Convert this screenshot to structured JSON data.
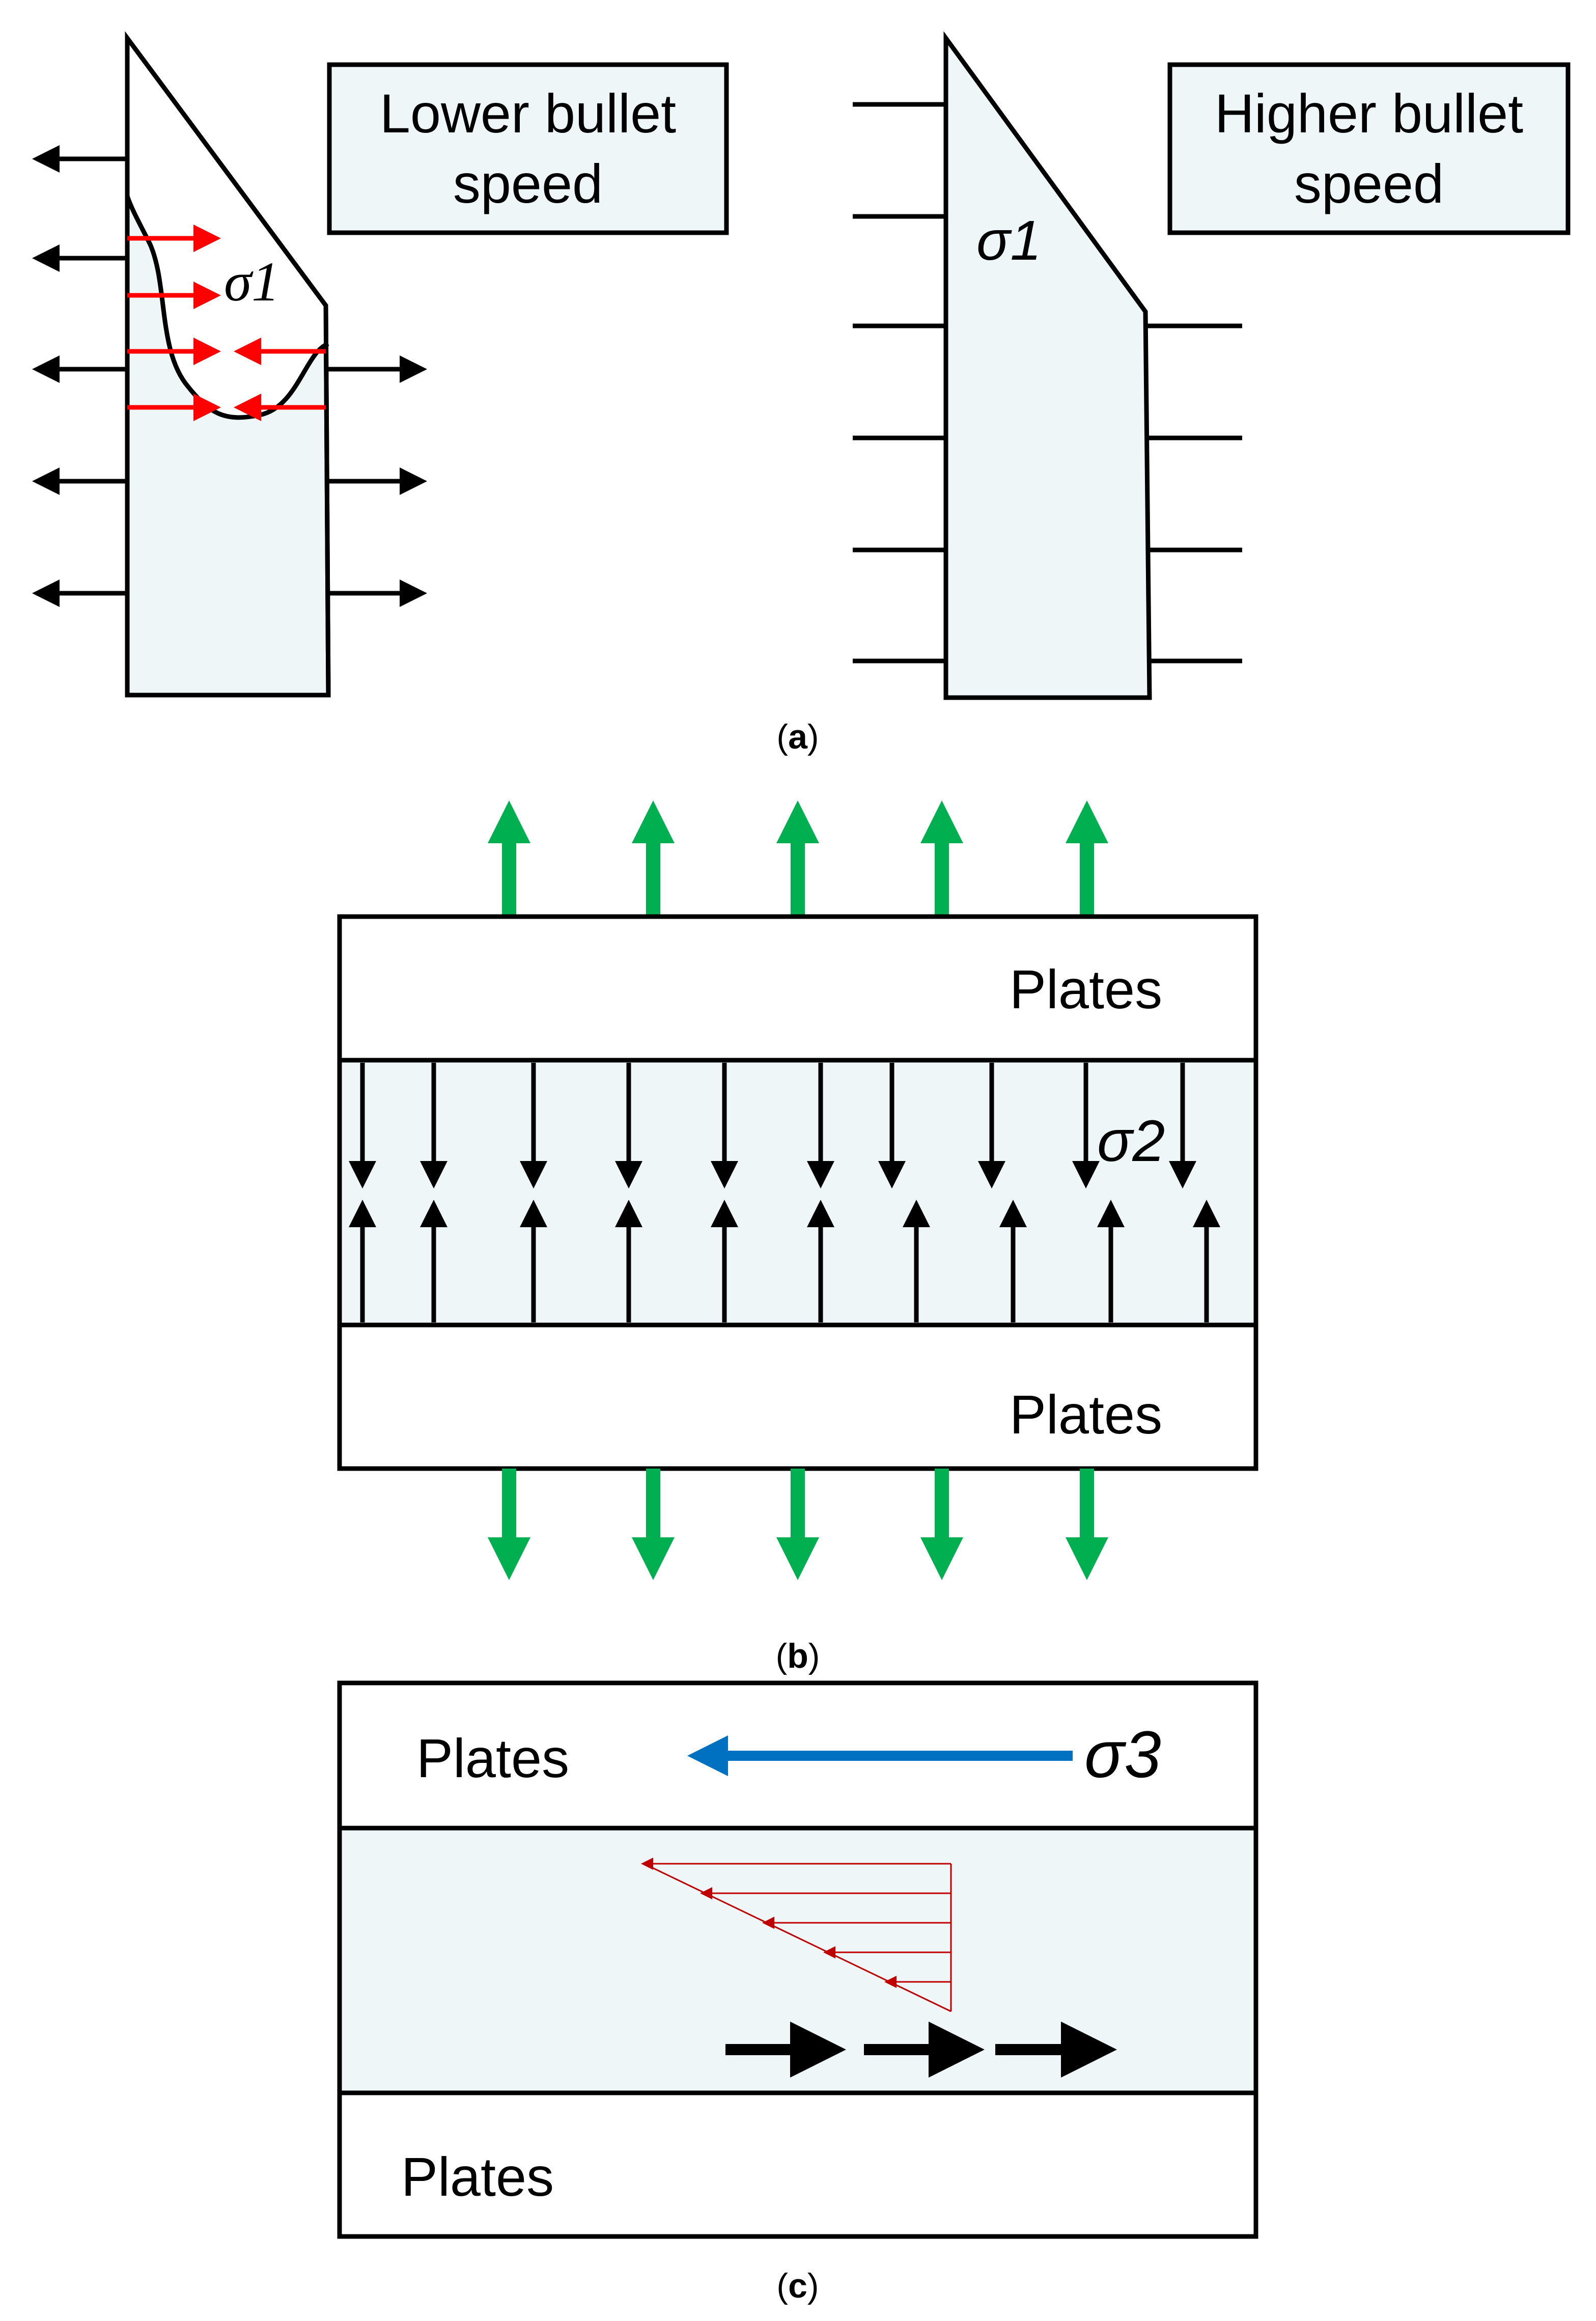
{
  "colors": {
    "fill_light": "#eef6f8",
    "stroke": "#000000",
    "red": "#ff0000",
    "dark_red": "#c00000",
    "green": "#00b050",
    "blue": "#0070c0"
  },
  "panel_a": {
    "caption_open": "(",
    "caption_letter": "a",
    "caption_close": ")",
    "left_label_line1": "Lower bullet",
    "left_label_line2": "speed",
    "right_label_line1": "Higher bullet",
    "right_label_line2": "speed",
    "sigma_left": "σ1",
    "sigma_right": "σ1"
  },
  "panel_b": {
    "caption_open": "(",
    "caption_letter": "b",
    "caption_close": ")",
    "top_plate": "Plates",
    "bottom_plate": "Plates",
    "sigma": "σ2"
  },
  "panel_c": {
    "caption_open": "(",
    "caption_letter": "c",
    "caption_close": ")",
    "top_plate": "Plates",
    "bottom_plate": "Plates",
    "sigma": "σ3"
  }
}
